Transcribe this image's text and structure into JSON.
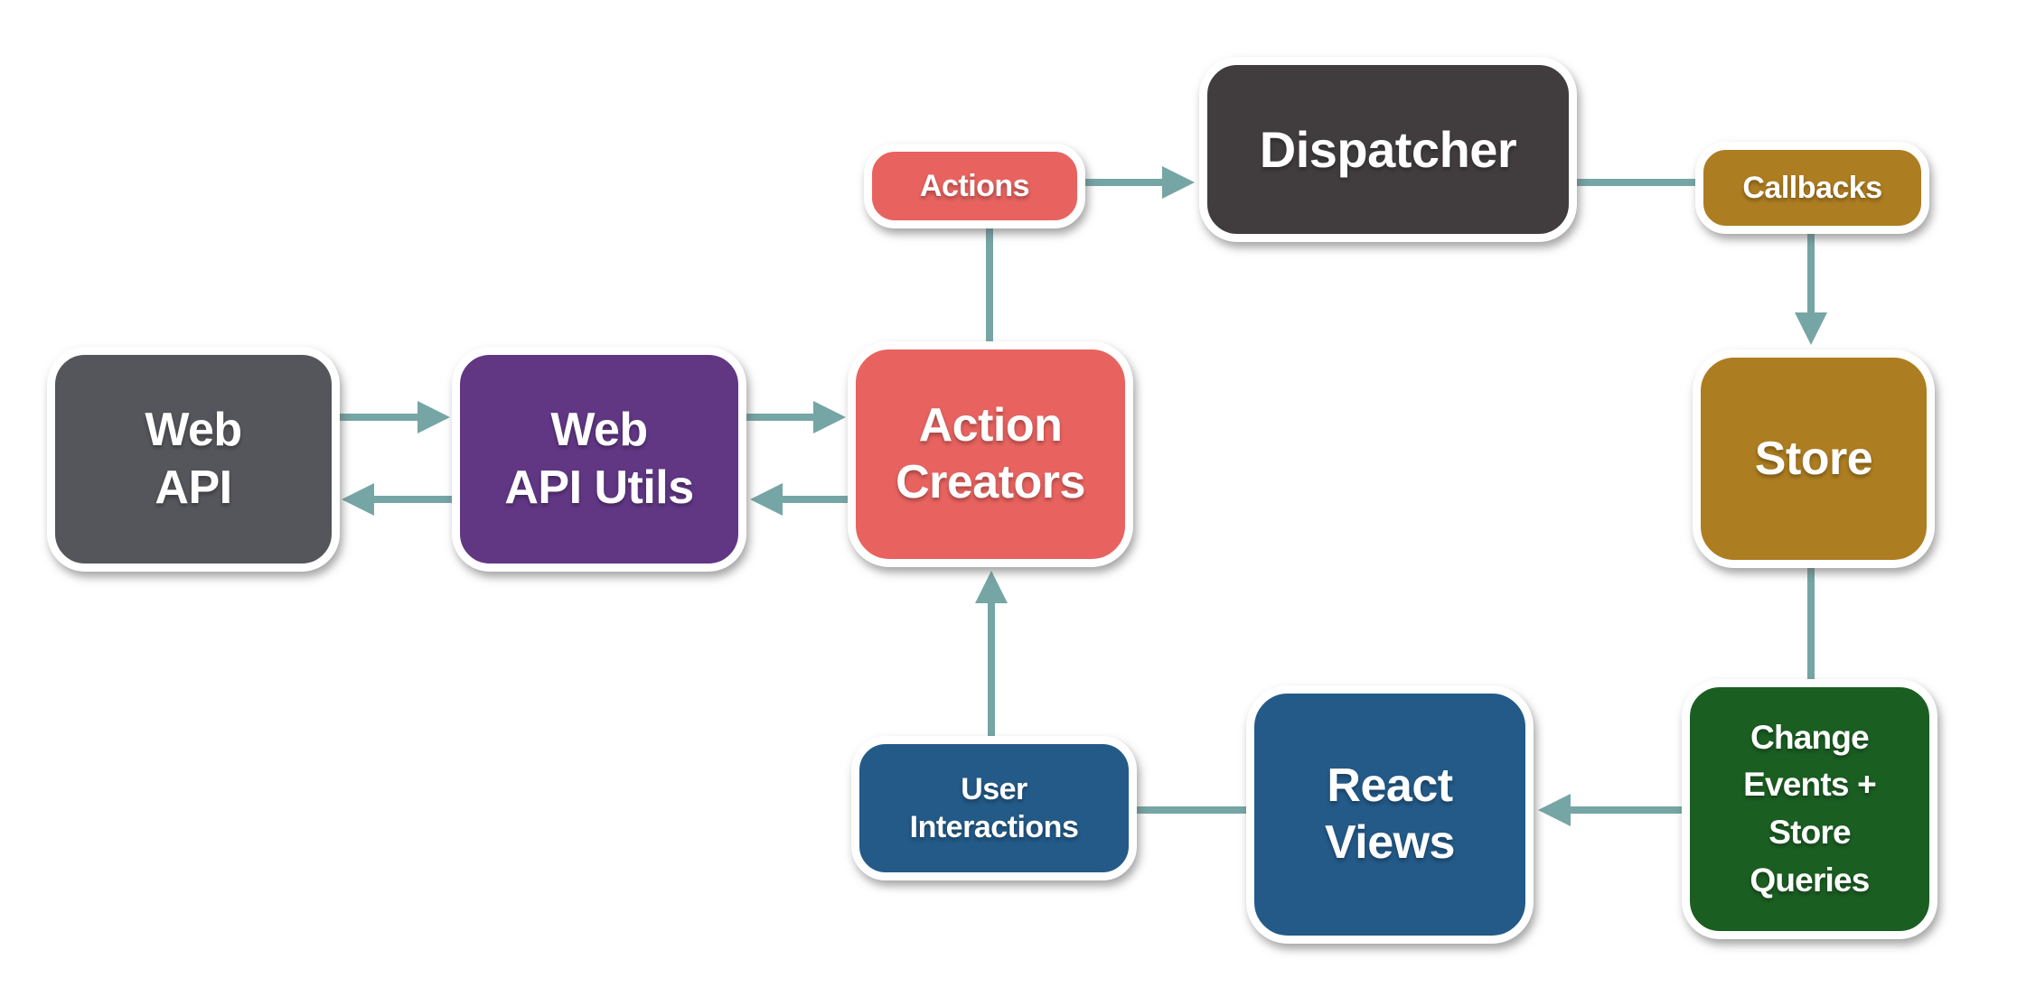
{
  "diagram_type": "flux-data-flow",
  "background": "#ffffff",
  "nodes": {
    "web_api": {
      "label_lines": [
        "Web",
        "API"
      ],
      "color": "#55565b"
    },
    "web_api_utils": {
      "label_lines": [
        "Web",
        "API Utils"
      ],
      "color": "#613784"
    },
    "action_creators": {
      "label_lines": [
        "Action",
        "Creators"
      ],
      "color": "#e8635f"
    },
    "actions": {
      "label_lines": [
        "Actions"
      ],
      "color": "#e8635f"
    },
    "dispatcher": {
      "label_lines": [
        "Dispatcher"
      ],
      "color": "#413d3e"
    },
    "callbacks": {
      "label_lines": [
        "Callbacks"
      ],
      "color": "#ad7d21"
    },
    "store": {
      "label_lines": [
        "Store"
      ],
      "color": "#ad7d21"
    },
    "change_events": {
      "label_lines": [
        "Change",
        "Events +",
        "Store",
        "Queries"
      ],
      "color": "#1b5e22"
    },
    "react_views": {
      "label_lines": [
        "React",
        "Views"
      ],
      "color": "#235a88"
    },
    "user_interactions": {
      "label_lines": [
        "User",
        "Interactions"
      ],
      "color": "#235a88"
    }
  },
  "connectors": {
    "color": "#76a5a5",
    "edges": [
      {
        "from": "web_api",
        "to": "web_api_utils",
        "arrowhead": true,
        "direction": "right"
      },
      {
        "from": "web_api_utils",
        "to": "web_api",
        "arrowhead": true,
        "direction": "left"
      },
      {
        "from": "web_api_utils",
        "to": "action_creators",
        "arrowhead": true,
        "direction": "right"
      },
      {
        "from": "action_creators",
        "to": "web_api_utils",
        "arrowhead": true,
        "direction": "left"
      },
      {
        "from": "action_creators",
        "to": "actions",
        "arrowhead": false,
        "direction": "up"
      },
      {
        "from": "actions",
        "to": "dispatcher",
        "arrowhead": true,
        "direction": "right"
      },
      {
        "from": "dispatcher",
        "to": "callbacks",
        "arrowhead": false,
        "direction": "right"
      },
      {
        "from": "callbacks",
        "to": "store",
        "arrowhead": true,
        "direction": "down"
      },
      {
        "from": "store",
        "to": "change_events",
        "arrowhead": false,
        "direction": "down"
      },
      {
        "from": "change_events",
        "to": "react_views",
        "arrowhead": true,
        "direction": "left"
      },
      {
        "from": "react_views",
        "to": "user_interactions",
        "arrowhead": false,
        "direction": "left"
      },
      {
        "from": "user_interactions",
        "to": "action_creators",
        "arrowhead": true,
        "direction": "up"
      }
    ]
  }
}
